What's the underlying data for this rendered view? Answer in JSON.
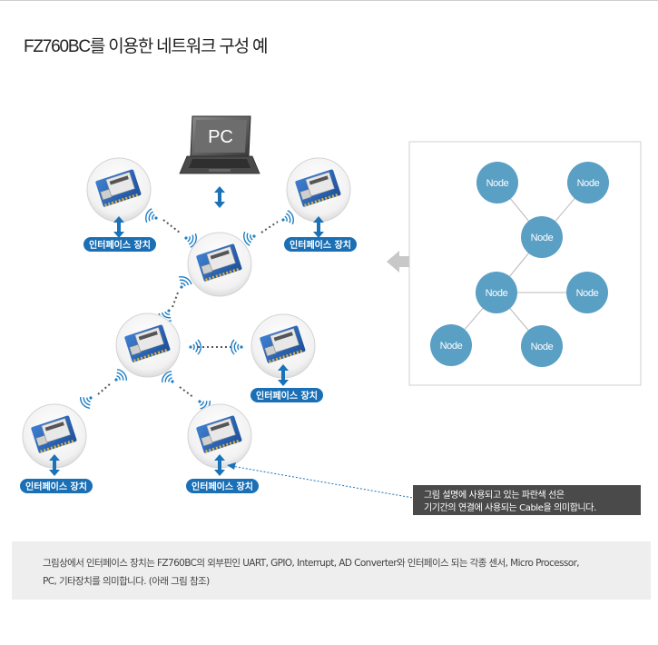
{
  "page": {
    "title": "FZ760BC를 이용한 네트워크 구성 예"
  },
  "diagram": {
    "pc_label": "PC",
    "interface_labels": [
      "인터페이스 장치",
      "인터페이스 장치",
      "인터페이스 장치",
      "인터페이스 장치",
      "인터페이스 장치"
    ],
    "callout": {
      "line1": "그림 설명에 사용되고 있는 파란색 선은",
      "line2": "기기간의 연결에 사용되는 Cable을 의미합니다."
    },
    "topology": {
      "nodes": [
        "Node",
        "Node",
        "Node",
        "Node",
        "Node",
        "Node",
        "Node"
      ]
    }
  },
  "note": {
    "line1": "그림상에서 인터페이스 장치는 FZ760BC의 외부핀인 UART, GPIO, Interrupt, AD Converter와 인터페이스 되는 각종 센서, Micro Processor,",
    "line2": "PC, 기타장치를 의미합니다. (아래 그림 참조)"
  },
  "colors": {
    "interface_label_bg": "#1a6fb5",
    "arrow": "#1a72b8",
    "node": "#5a9fc4",
    "callout_bg": "#4a4a4a",
    "wireless": "#1f7fc4"
  }
}
